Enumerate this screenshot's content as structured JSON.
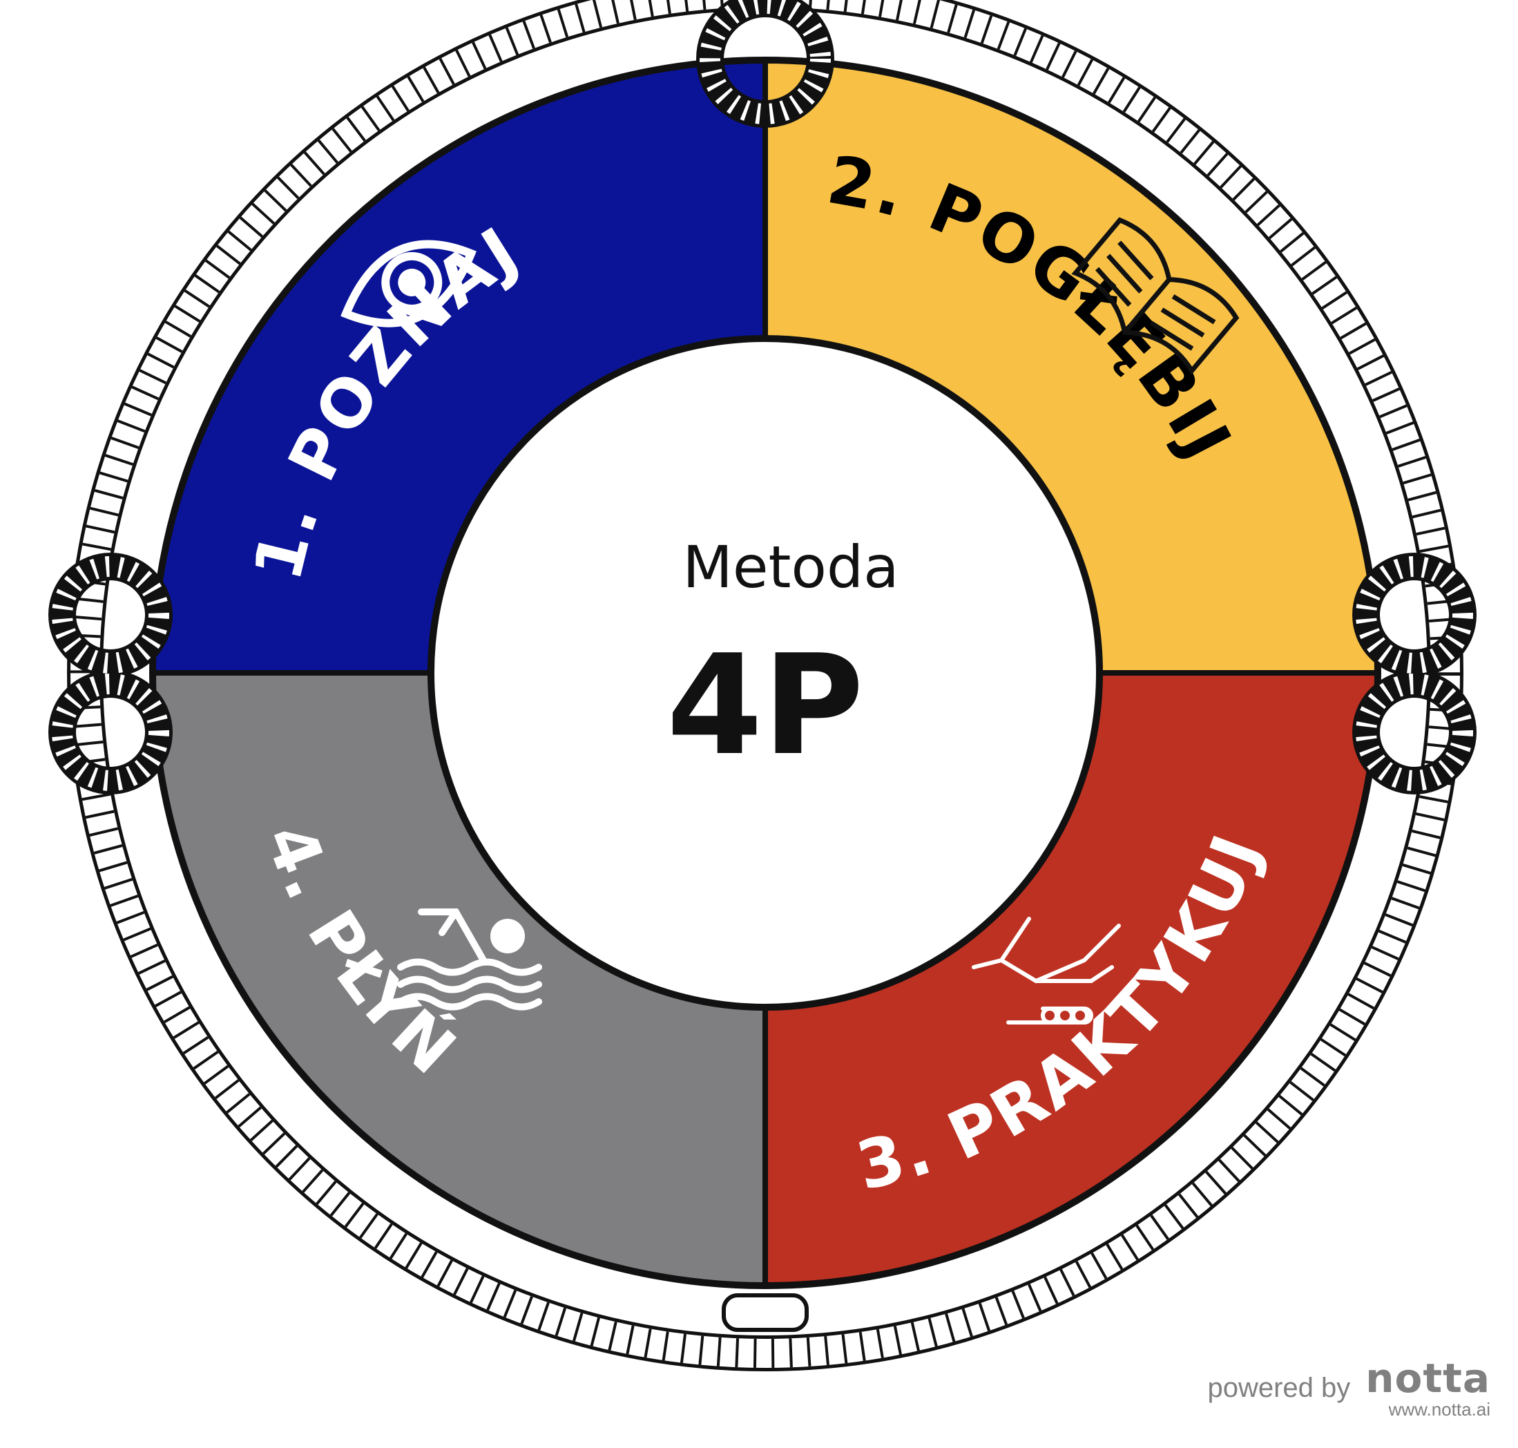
{
  "center": {
    "subtitle": "Metoda",
    "title": "4P"
  },
  "segments": [
    {
      "label": "1. POZNAJ",
      "icon": "eye-icon",
      "color": "#0b1497",
      "text_color": "#ffffff"
    },
    {
      "label": "2. POGŁĘBIJ",
      "icon": "book-icon",
      "color": "#f8c146",
      "text_color": "#000000"
    },
    {
      "label": "3. PRAKTYKUJ",
      "icon": "handshake-icon",
      "color": "#bd3122",
      "text_color": "#ffffff"
    },
    {
      "label": "4. PŁYŃ",
      "icon": "swimmer-icon",
      "color": "#7f7f82",
      "text_color": "#ffffff"
    }
  ],
  "watermark": {
    "powered_by": "powered by",
    "brand": "notta",
    "url": "www.notta.ai"
  }
}
